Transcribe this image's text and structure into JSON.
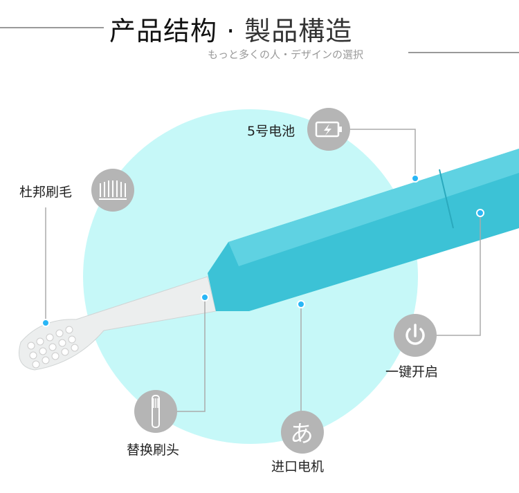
{
  "header": {
    "title_cn": "产品结构",
    "separator": "·",
    "title_jp": "製品構造",
    "subtitle": "もっと多くの人・デザインの選択"
  },
  "features": {
    "bristles": "杜邦刷毛",
    "battery": "5号电池",
    "power": "一键开启",
    "brush_head": "替换刷头",
    "motor": "进口电机",
    "motor_icon_glyph": "あ"
  },
  "colors": {
    "circle": "#c6f8f8",
    "handle": "#3cc2d6",
    "icon_bg": "#b5b5b5",
    "dot": "#29b6f6"
  }
}
